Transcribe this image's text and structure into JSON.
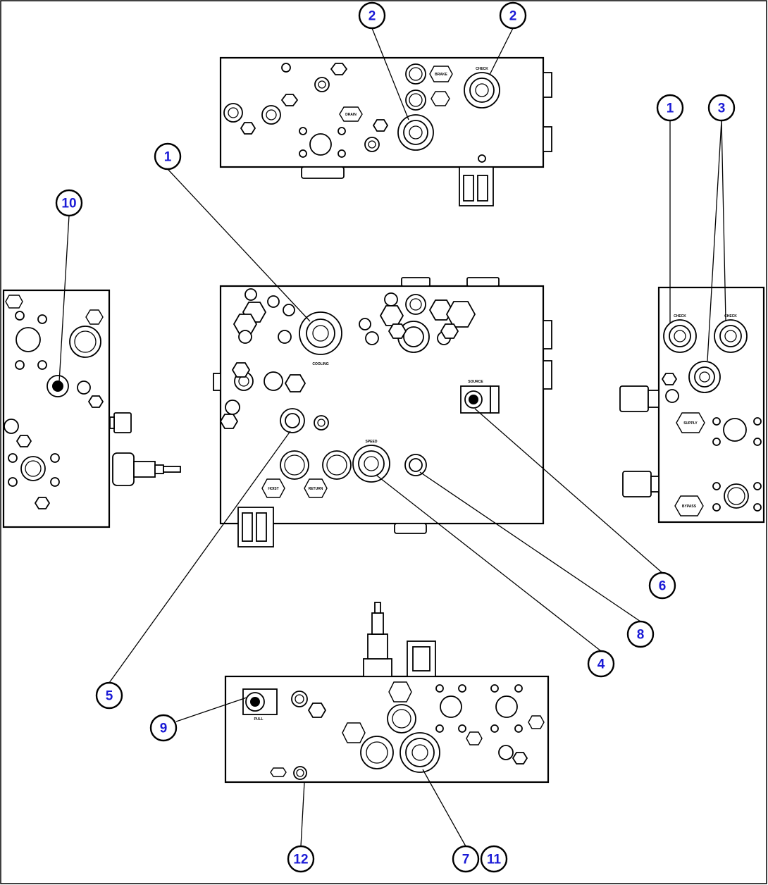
{
  "diagram": {
    "callouts": [
      {
        "id": "c2a",
        "label": "2"
      },
      {
        "id": "c2b",
        "label": "2"
      },
      {
        "id": "c1a",
        "label": "1"
      },
      {
        "id": "c1b",
        "label": "1"
      },
      {
        "id": "c3",
        "label": "3"
      },
      {
        "id": "c10",
        "label": "10"
      },
      {
        "id": "c6",
        "label": "6"
      },
      {
        "id": "c8",
        "label": "8"
      },
      {
        "id": "c4",
        "label": "4"
      },
      {
        "id": "c5",
        "label": "5"
      },
      {
        "id": "c9",
        "label": "9"
      },
      {
        "id": "c12",
        "label": "12"
      },
      {
        "id": "c7",
        "label": "7"
      },
      {
        "id": "c11",
        "label": "11"
      }
    ]
  }
}
